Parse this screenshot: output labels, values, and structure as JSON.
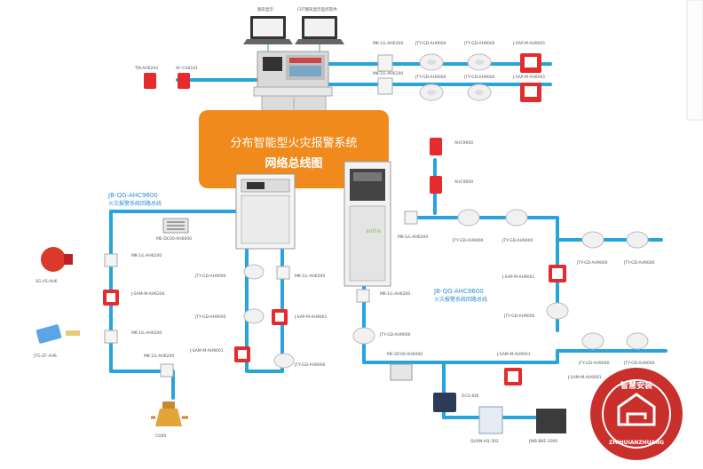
{
  "title": {
    "line1": "分布智能型火灾报警系统",
    "line2": "网络总线图"
  },
  "bus_labels": {
    "left_code": "JB-QG-AHC9600",
    "left_name": "火灾报警系统回路总线",
    "right_code": "JB-QG-AHC9600",
    "right_name": "火灾报警系统回路总线"
  },
  "watermark": "anfire",
  "logo": {
    "chinese": "智慧安装",
    "pinyin": "ZHIHUIANZHUANG"
  },
  "small_labels": {
    "pc_left": "图形显示",
    "pc_right": "CRT图形显示监控软件",
    "top_module1": "MK-1/L-AH6200",
    "top_module2": "MK-1/L-AH6200",
    "top_det1": "JTY-GD-AH9000",
    "top_det2": "JTY-GD-AH9000",
    "top_det3": "JTY-GD-AH9000",
    "top_det4": "JTY-GD-AH9000",
    "top_det5": "JTY-GD-AH9000",
    "top_det6": "JTY-GD-AH9000",
    "top_alarm1": "J-SAP-M-AH9001",
    "top_alarm2": "J-SAP-M-AH9001",
    "left_alarm1": "TM-AH6204",
    "left_alarm2": "AF-CA0101",
    "mid_alarm1": "AHC9600",
    "mid_alarm2": "AHC9600",
    "left_panel": "ME-DC00-AH6000",
    "left_mod1": "MK-1/L-AH6200",
    "left_mod2": "J-SAM-M-AH6204",
    "left_mod3": "MK-1/L-AH6200",
    "left_mod4": "MK-1/L-AH6200",
    "bell": "SG-I/S-AH6",
    "beam": "JTG-ZF-AH6",
    "cam": "CQ00",
    "c_det1": "JTY-GD-AH9000",
    "c_det2": "JTY-GD-AH9000",
    "c_det3": "JTY-GD-AH9000",
    "c_alarm1": "J-SAM-M-AH9001",
    "c_alarm2": "J-SAP-M-AH9001",
    "c_mod": "MK-1/L-AH6200",
    "r_mod1": "MK-1/L-AH6200",
    "r_det1": "JTY-GD-AH9000",
    "r_det2": "JTY-GD-AH9000",
    "r_det3": "JTY-GD-AH9000",
    "r_det4": "JTY-GD-AH9000",
    "r_det5": "JTY-GD-AH9000",
    "r_det6": "JTY-GD-AH9000",
    "r_det7": "JTY-GD-AH9000",
    "r_det8": "JTY-GD-AH9000",
    "r_alarm1": "J-SAP-M-AH9001",
    "r_alarm2": "J-SAM-M-AH9001",
    "r_alarm3": "J-SAM-M-AH9001",
    "r_panel": "ME-DC00-AH6000",
    "r_mod2": "MK-1/L-AH6200",
    "gas1": "GCG-ID6",
    "gas2": "QUAN-AQ-302",
    "gas3": "JWB-BKE-2000"
  },
  "colors": {
    "bus": "#27a3de",
    "title_bg": "#f08a1c",
    "title_text": "#ffffff",
    "alarm_red": "#e52b2b",
    "logo_red": "#c9302c",
    "label_blue": "#2a8fd6"
  }
}
